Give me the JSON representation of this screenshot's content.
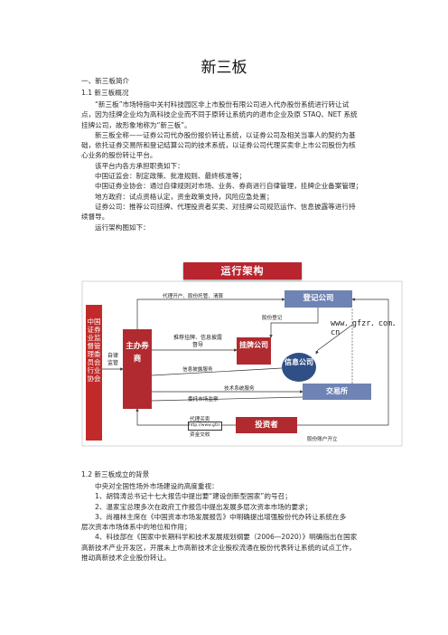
{
  "doc": {
    "title": "新三板",
    "s1": "一、新三板简介",
    "s11": "1.1 新三板概况",
    "p1a": "“新三板”市场特指中关村科技园区非上市股份有限公司进入代办股份系统进行转让试",
    "p1b": "点，因为挂牌企业均为高科技企业而不同于原转让系统内的退市企业及原 STAQ、NET 系统",
    "p1c": "挂牌公司，故形象地称为“新三板”。",
    "p2a": "新三板全称——证券公司代办股份报价转让系统，以证券公司及相关当事人的契约为基",
    "p2b": "础，依托证券交易所和登记结算公司的技术系统，以证券公司代理买卖非上市公司股份为核",
    "p2c": "心业务的股份转让平台。",
    "p3": "该平台内各方承担职责如下：",
    "p4": "中国证监会：制定政策、批准规则、最终核准等；",
    "p5": "中国证券业协会：通过自律规则对市场、业务、券商进行自律管理，挂牌企业备案管理；",
    "p6": "地方政府：试点资格认定，资金政策支持，风险应急处置；",
    "p7a": "证券公司：推荐公司挂牌、代理投资者买卖、对挂牌公司规范运作、信息披露等进行持",
    "p7b": "续督导。",
    "p8": "运行架构图如下：",
    "s12": "1.2 新三板成立的背景",
    "p9": "中央对全国性场外市场建设的高度重视：",
    "p10": "1、胡锦涛总书记十七大报告中提出要“建设创新型国家”的号召；",
    "p11": "2、温家宝总理多次在政府工作报告中提出发展多层次资本市场的要求；",
    "p12a": "3、尚福林主席在《中国资本市场发展报告》中明确提出增强股份代办转让系统在多",
    "p12b": "层次资本市场体系中的地位和作用；",
    "p13a": "4、科技部在《国家中长期科学和技术发展规划纲要（2006—2020）》明确指出在国家",
    "p13b": "高新技术产业开发区，开展未上市高新技术企业股权流通在股份代表转让系统的试点工作，",
    "p13c": "推动高新技术企业股份转让。"
  },
  "diagram": {
    "banner": "运行架构",
    "csrc": "中国证券业监督管理委员会行业协会",
    "org": "主办券商",
    "registry": "登记公司",
    "listed": "挂牌公司",
    "info": "信息公司",
    "exchange": "交易所",
    "investor": "投资者",
    "website": "www．gfzr．com．cn",
    "selfreg": "自律监管",
    "l_custody": "代理开户、股份托管、清算",
    "l_register": "股份登记",
    "l_recommend": "推荐挂牌、信息披露督导",
    "l_infodisc": "信息披露服务",
    "l_tech": "技术系统服务",
    "l_market": "委托市场监察",
    "l_agent1": "代理买卖",
    "l_agent2": "资金交收",
    "l_netbox": "http://www.gfzr.com.cn",
    "l_account": "股份账户开立"
  }
}
